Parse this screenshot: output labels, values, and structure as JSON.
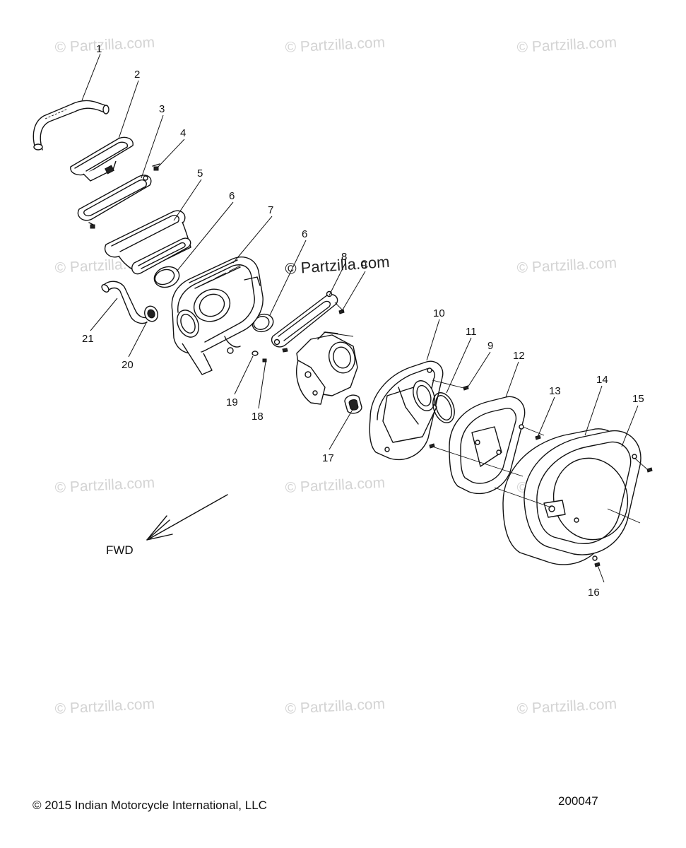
{
  "watermark": {
    "text": "© Partzilla.com",
    "featured_text": "© Partzilla.com"
  },
  "callouts": [
    "1",
    "2",
    "3",
    "4",
    "5",
    "6",
    "6",
    "7",
    "8",
    "9",
    "9",
    "10",
    "11",
    "12",
    "13",
    "14",
    "15",
    "16",
    "17",
    "18",
    "19",
    "20",
    "21"
  ],
  "direction_label": "FWD",
  "footer": {
    "copyright": "© 2015 Indian Motorcycle International, LLC",
    "diagram_id": "200047"
  }
}
